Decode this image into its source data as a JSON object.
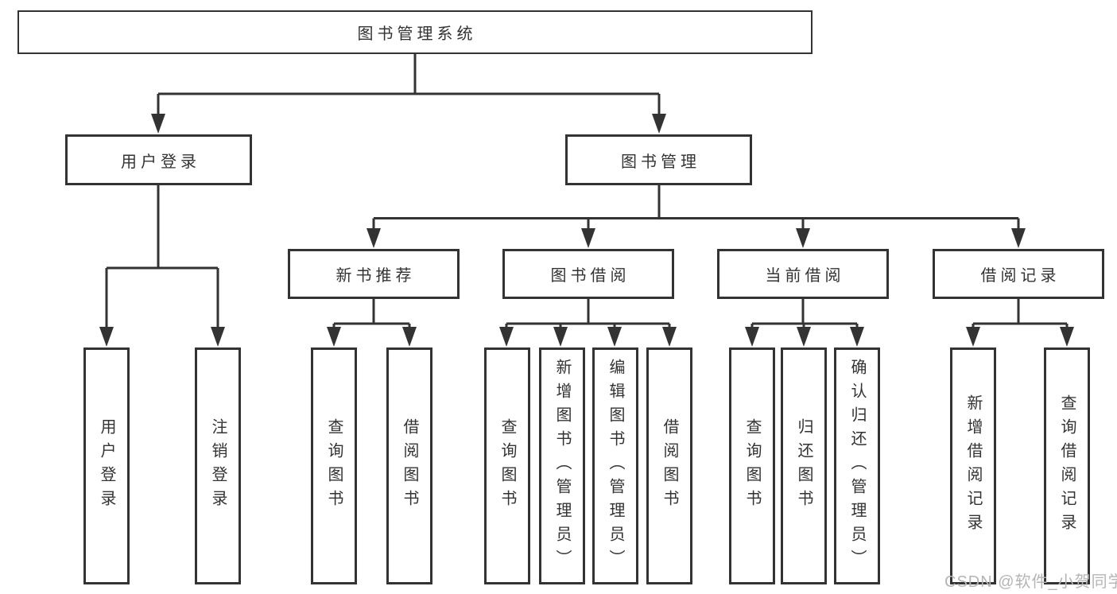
{
  "tree": {
    "label": "图书管理系统",
    "children": [
      {
        "label": "用户登录",
        "children": [
          {
            "label": "用户登录"
          },
          {
            "label": "注销登录"
          }
        ]
      },
      {
        "label": "图书管理",
        "children": [
          {
            "label": "新书推荐",
            "children": [
              {
                "label": "查询图书"
              },
              {
                "label": "借阅图书"
              }
            ]
          },
          {
            "label": "图书借阅",
            "children": [
              {
                "label": "查询图书"
              },
              {
                "label": "新增图书（管理员）"
              },
              {
                "label": "编辑图书（管理员）"
              },
              {
                "label": "借阅图书"
              }
            ]
          },
          {
            "label": "当前借阅",
            "children": [
              {
                "label": "查询图书"
              },
              {
                "label": "归还图书"
              },
              {
                "label": "确认归还（管理员）"
              }
            ]
          },
          {
            "label": "借阅记录",
            "children": [
              {
                "label": "新增借阅记录"
              },
              {
                "label": "查询借阅记录"
              }
            ]
          }
        ]
      }
    ]
  },
  "watermark": {
    "text": "CSDN @软件_小贺同学"
  },
  "colors": {
    "line": "#333333",
    "box_border": "#333333",
    "text": "#333333",
    "watermark": "#b5b5b5",
    "background": "#ffffff"
  }
}
